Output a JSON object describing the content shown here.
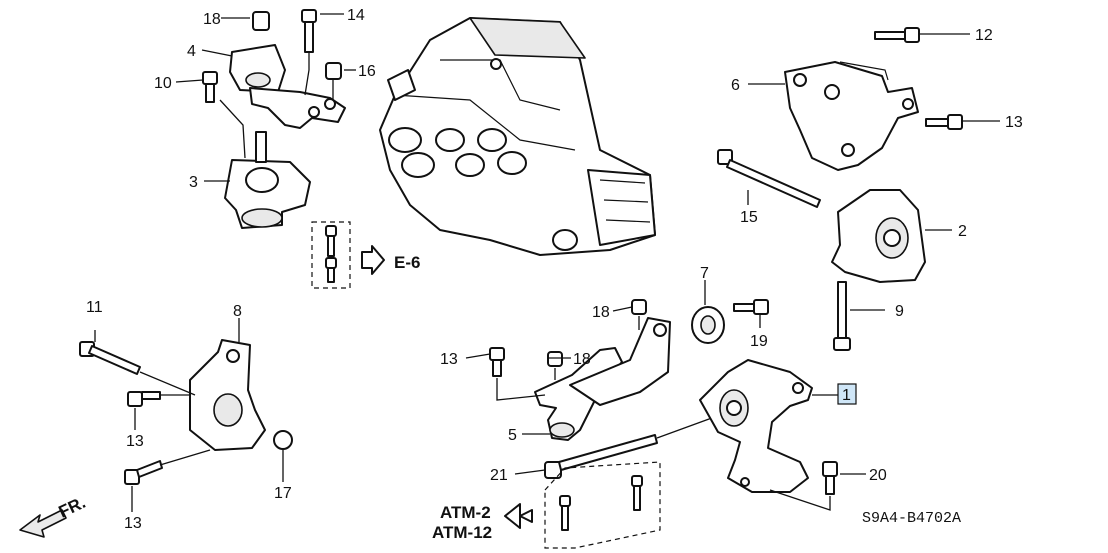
{
  "diagram_code": "S9A4-B4702A",
  "direction_label": "FR.",
  "refs": {
    "e6": "E-6",
    "atm2": "ATM-2",
    "atm12": "ATM-12"
  },
  "callouts": {
    "c1": "1",
    "c2": "2",
    "c3": "3",
    "c4": "4",
    "c5": "5",
    "c6": "6",
    "c7": "7",
    "c8": "8",
    "c9": "9",
    "c10": "10",
    "c11": "11",
    "c12": "12",
    "c13a": "13",
    "c13b": "13",
    "c13c": "13",
    "c13d": "13",
    "c14": "14",
    "c15": "15",
    "c16": "16",
    "c17": "17",
    "c18a": "18",
    "c18b": "18",
    "c18c": "18",
    "c19": "19",
    "c20": "20",
    "c21": "21"
  },
  "colors": {
    "highlight": "#cfe6f7",
    "line": "#111111"
  }
}
